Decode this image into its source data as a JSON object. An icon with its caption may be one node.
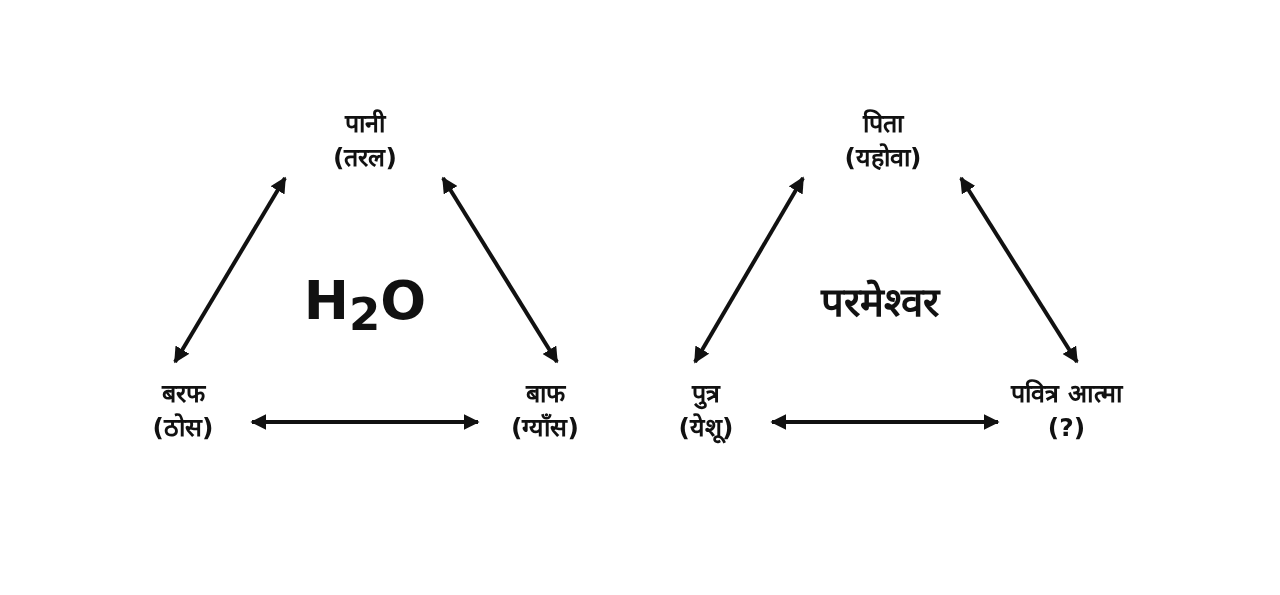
{
  "diagram": {
    "nodes": [
      {
        "text": [
          "पानी",
          "(तरल)"
        ]
      },
      {
        "text": [
          "बरफ",
          "(ठोस)"
        ]
      },
      {
        "text": [
          "बाफ",
          "(ग्याँस)"
        ]
      },
      {
        "text": [
          "पिता",
          "(यहोवा)"
        ]
      },
      {
        "text": [
          "पुत्र",
          "(येशू)"
        ]
      },
      {
        "text": [
          "पवित्र आत्मा",
          "(?)"
        ]
      }
    ],
    "edges": [
      {
        "from": 0,
        "to": 1,
        "arrow": "both"
      },
      {
        "from": 0,
        "to": 2,
        "arrow": "both"
      },
      {
        "from": 1,
        "to": 2,
        "arrow": "both"
      },
      {
        "from": 3,
        "to": 4,
        "arrow": "both"
      },
      {
        "from": 3,
        "to": 5,
        "arrow": "both"
      },
      {
        "from": 4,
        "to": 5,
        "arrow": "both"
      }
    ],
    "labels": [
      "H$_{2}$O",
      "परमेश्वर"
    ]
  }
}
